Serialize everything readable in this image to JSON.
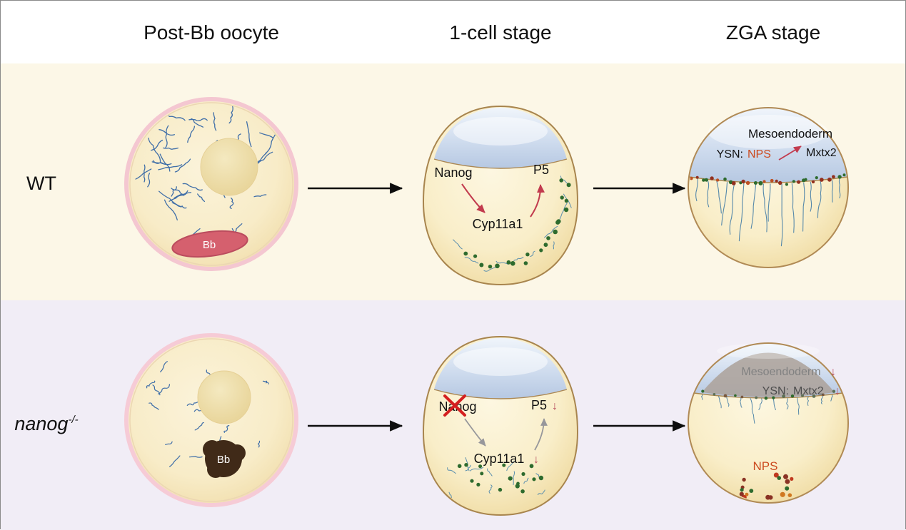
{
  "figure": {
    "header": {
      "columns": [
        "Post-Bb oocyte",
        "1-cell stage",
        "ZGA stage"
      ]
    },
    "symbols": {
      "down_arrow": "↓"
    },
    "rows": {
      "wt": {
        "label": "WT",
        "oocyte": {
          "bb": "Bb"
        },
        "one_cell": {
          "nanog": "Nanog",
          "cyp11a1": "Cyp11a1",
          "p5": "P5"
        },
        "zga": {
          "mesoendoderm": "Mesoendoderm",
          "ysn": "YSN:",
          "nps": "NPS",
          "mxtx2": "Mxtx2"
        }
      },
      "nanog_mut": {
        "label_base": "nanog",
        "label_sup": "-/-",
        "oocyte": {
          "bb": "Bb"
        },
        "one_cell": {
          "nanog": "Nanog",
          "cyp11a1": "Cyp11a1",
          "p5": "P5"
        },
        "zga": {
          "mesoendoderm": "Mesoendoderm",
          "ysn": "YSN:",
          "mxtx2": "Mxtx2",
          "nps": "NPS"
        }
      }
    },
    "colors": {
      "wt_band": "#fcf7e7",
      "nanog_band": "#f1edf6",
      "nps_orange": "#cc4a1e",
      "decrease_red": "#b5485a",
      "pathway_red": "#c23b4e",
      "germ_plasm_green": "#2e6b2e",
      "rna_blue": "#3f6ea8",
      "bb_wt": "#d5606e",
      "bb_nanog": "#402a18"
    }
  }
}
